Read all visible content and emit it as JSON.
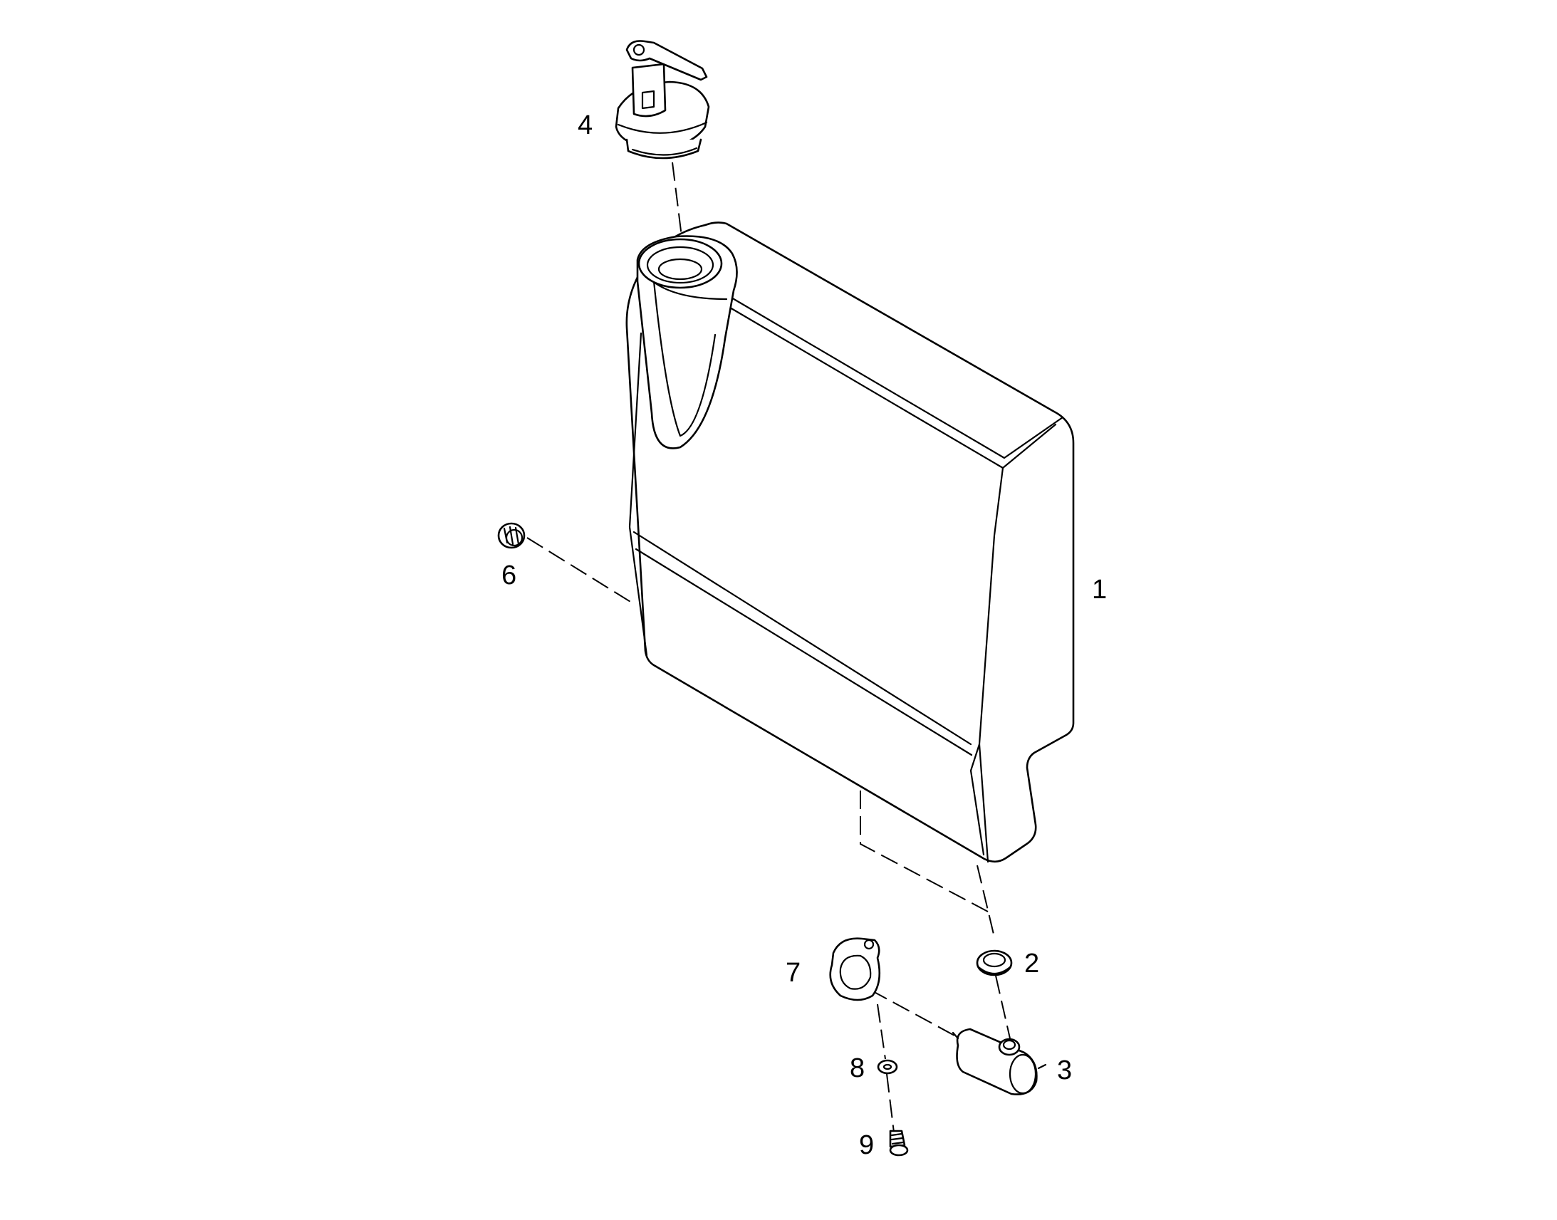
{
  "diagram": {
    "callouts": {
      "tank": "1",
      "grommet": "2",
      "sensor": "3",
      "cap": "4",
      "plug": "6",
      "clamp": "7",
      "washer": "8",
      "screw": "9"
    }
  },
  "colors": {
    "line": "#000000",
    "background": "#ffffff"
  }
}
